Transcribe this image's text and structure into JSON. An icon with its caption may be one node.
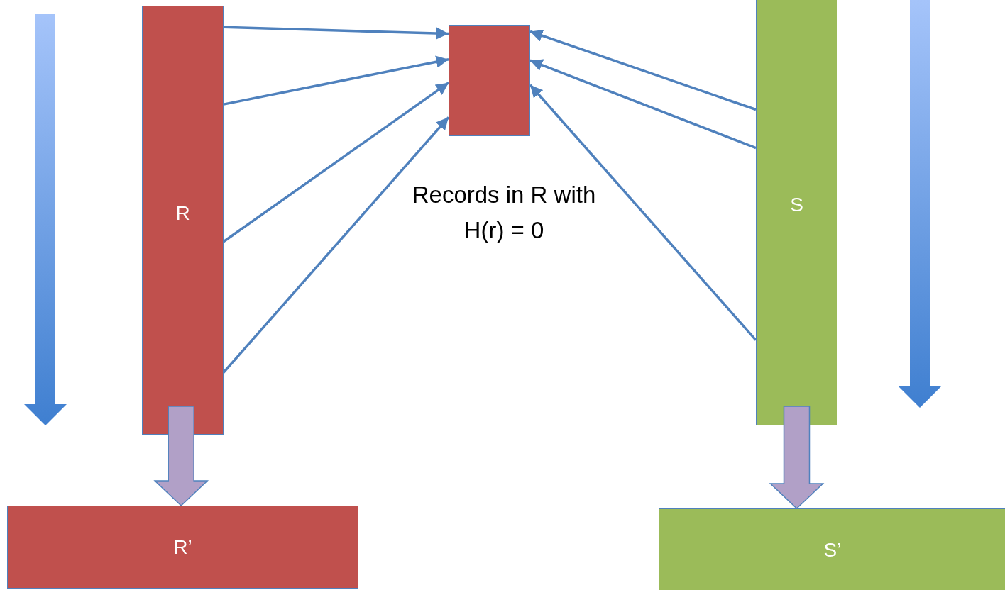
{
  "diagram": {
    "nodes": [
      {
        "text": [
          "R"
        ]
      },
      {
        "text": [],
        "shape": "box",
        "beside": [
          "Records in R with H(r) = 0"
        ]
      },
      {
        "text": [
          "S"
        ]
      },
      {
        "text": [
          "R’"
        ]
      },
      {
        "text": [
          "S’"
        ]
      }
    ],
    "edges": [
      {
        "from": 0,
        "to": 1,
        "arrow": "to"
      },
      {
        "from": 0,
        "to": 1,
        "arrow": "to"
      },
      {
        "from": 0,
        "to": 1,
        "arrow": "to"
      },
      {
        "from": 0,
        "to": 1,
        "arrow": "to"
      },
      {
        "from": 2,
        "to": 1,
        "arrow": "to"
      },
      {
        "from": 2,
        "to": 1,
        "arrow": "to"
      },
      {
        "from": 2,
        "to": 1,
        "arrow": "to"
      },
      {
        "from": 0,
        "to": 3,
        "arrow": "to",
        "style": "thick",
        "color": "#b1a0c7"
      },
      {
        "from": 2,
        "to": 4,
        "arrow": "to",
        "style": "thick",
        "color": "#b1a0c7"
      }
    ]
  }
}
